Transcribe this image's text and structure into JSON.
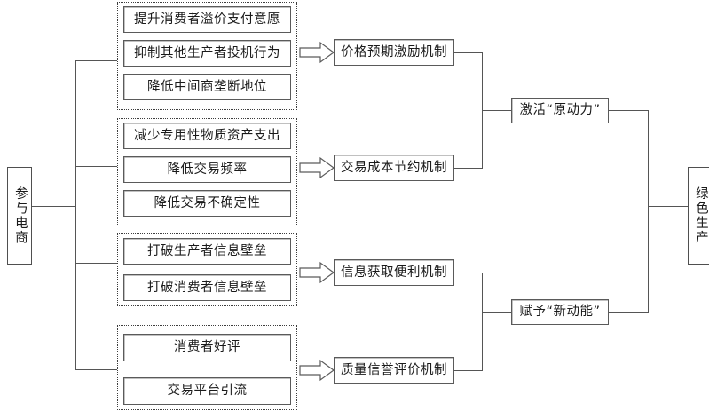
{
  "diagram": {
    "type": "flow-diagram",
    "language": "zh-CN",
    "source_node": {
      "label": "参与电商",
      "orientation": "vertical"
    },
    "target_node": {
      "label": "绿色生产",
      "orientation": "vertical"
    },
    "groups": [
      {
        "id": "group-1",
        "items": [
          "提升消费者溢价支付意愿",
          "抑制其他生产者投机行为",
          "降低中间商垄断地位"
        ],
        "mechanism": "价格预期激励机制"
      },
      {
        "id": "group-2",
        "items": [
          "减少专用性物质资产支出",
          "降低交易频率",
          "降低交易不确定性"
        ],
        "mechanism": "交易成本节约机制"
      },
      {
        "id": "group-3",
        "items": [
          "打破生产者信息壁垒",
          "打破消费者信息壁垒"
        ],
        "mechanism": "信息获取便利机制"
      },
      {
        "id": "group-4",
        "items": [
          "消费者好评",
          "交易平台引流"
        ],
        "mechanism": "质量信誉评价机制"
      }
    ],
    "aggregators": [
      {
        "id": "aggregator-upper",
        "label": "激活“原动力”"
      },
      {
        "id": "aggregator-lower",
        "label": "赋予“新动能”"
      }
    ],
    "colors": {
      "line": "#555555",
      "box_border": "#5a5a5a",
      "group_border": "#3d3d3d",
      "text": "#1a1a1a",
      "background": "#ffffff"
    }
  }
}
